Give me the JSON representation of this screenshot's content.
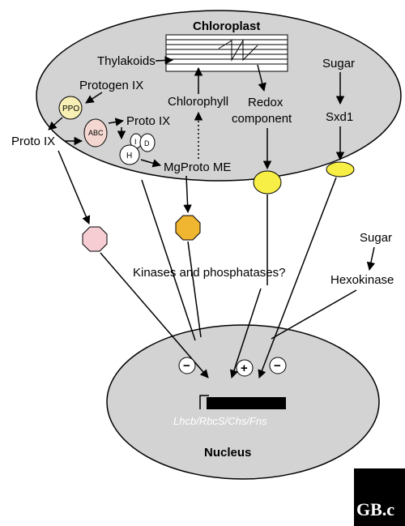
{
  "chloroplast": {
    "title": "Chloroplast",
    "thylakoids": "Thylakoids",
    "protogen_ix": "Protogen IX",
    "ppo": "PPO",
    "abc": "ABC",
    "proto_ix_inner": "Proto IX",
    "i": "I",
    "d": "D",
    "h": "H",
    "mgproto_me": "MgProto ME",
    "chlorophyll": "Chlorophyll",
    "redox_line1": "Redox",
    "redox_line2": "component",
    "sugar": "Sugar",
    "sxd1": "Sxd1"
  },
  "outside": {
    "proto_ix": "Proto IX",
    "kinases": "Kinases and phosphatases?",
    "sugar": "Sugar",
    "hexokinase": "Hexokinase"
  },
  "nucleus": {
    "label": "Nucleus",
    "genes": "Lhcb/RbcS/Chs/Fns",
    "sign_minus": "−",
    "sign_plus": "+"
  },
  "logo": {
    "text": "GB.c"
  },
  "colors": {
    "organelle_fill": "#d3d3d3",
    "ppo_fill": "#f7efb4",
    "abc_fill": "#f4d7d0",
    "pink_octagon": "#f7cdd4",
    "orange_octagon": "#f0b531",
    "yellow_ellipse": "#f7ef46"
  }
}
